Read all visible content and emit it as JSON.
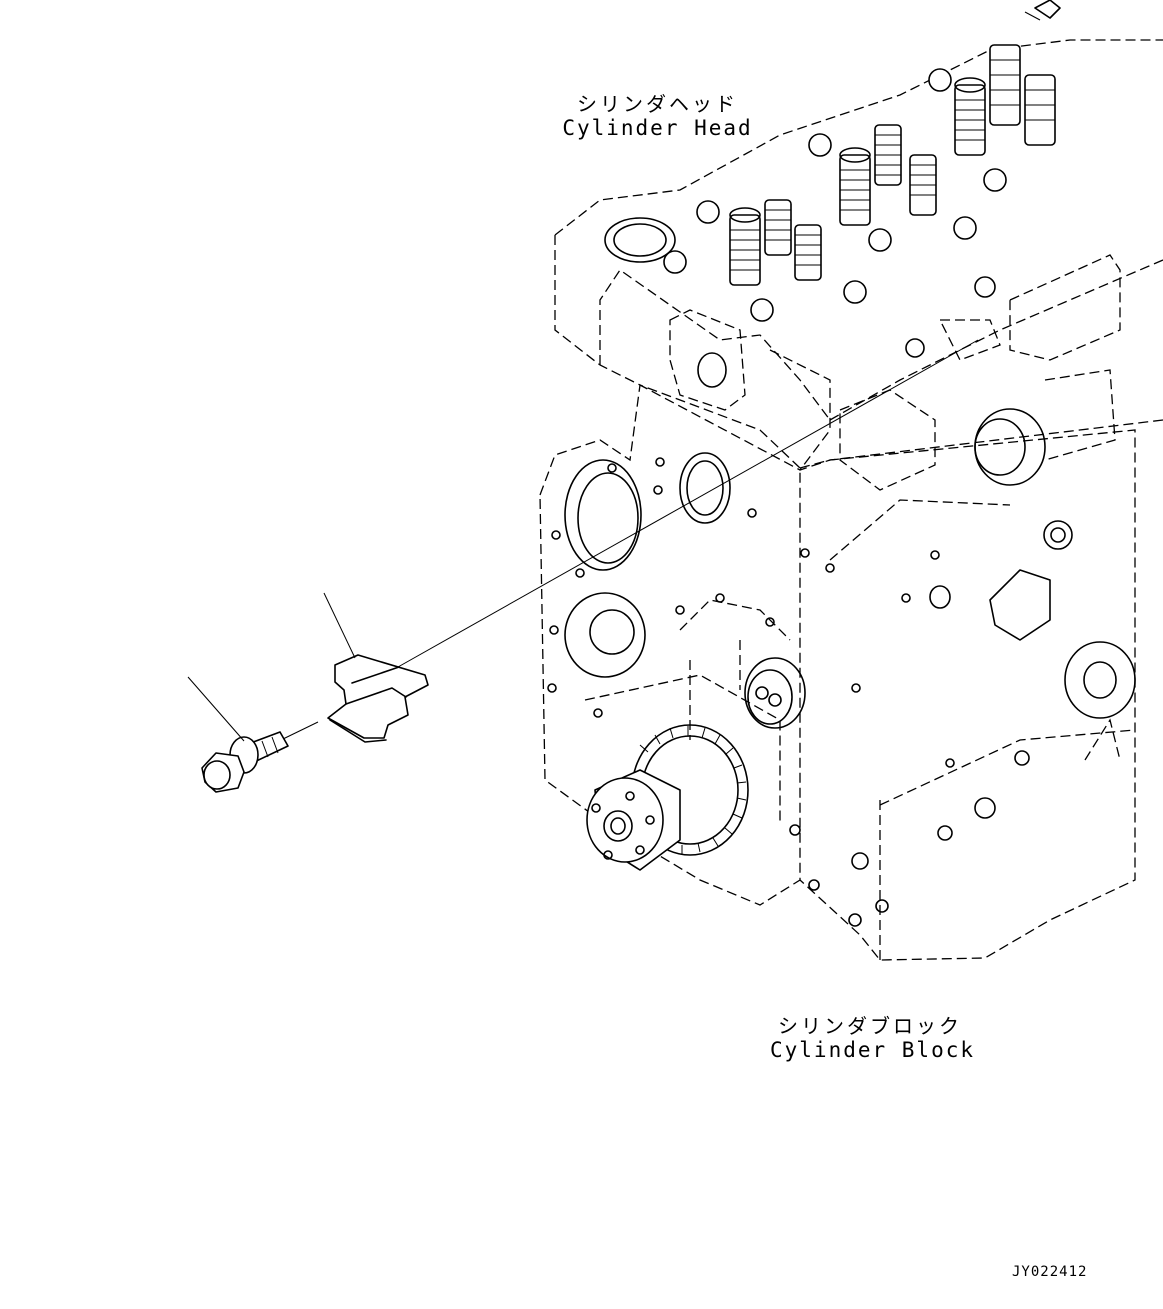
{
  "labels": {
    "cylinder_head_jp": "シリンダヘッド",
    "cylinder_head_en": "Cylinder Head",
    "cylinder_block_jp": "シリンダブロック",
    "cylinder_block_en": "Cylinder Block"
  },
  "figure_id": "JY022412"
}
